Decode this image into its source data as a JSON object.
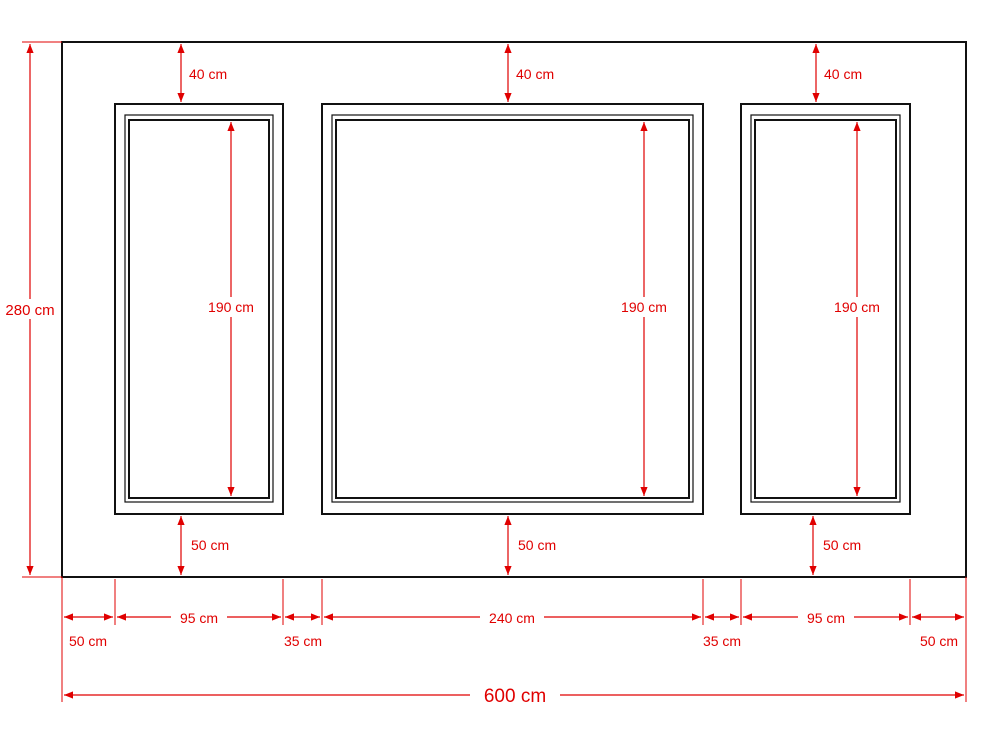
{
  "colors": {
    "dimension": "#e00000",
    "outline": "#111111",
    "background": "#ffffff"
  },
  "diagram": {
    "total_width": "600 cm",
    "total_height": "280 cm",
    "top_margins": [
      "40 cm",
      "40 cm",
      "40 cm"
    ],
    "bottom_margins": [
      "50 cm",
      "50 cm",
      "50 cm"
    ],
    "panel_heights": [
      "190 cm",
      "190 cm",
      "190 cm"
    ],
    "horizontal_segments": [
      "50 cm",
      "95 cm",
      "35 cm",
      "240 cm",
      "35 cm",
      "95 cm",
      "50 cm"
    ]
  }
}
